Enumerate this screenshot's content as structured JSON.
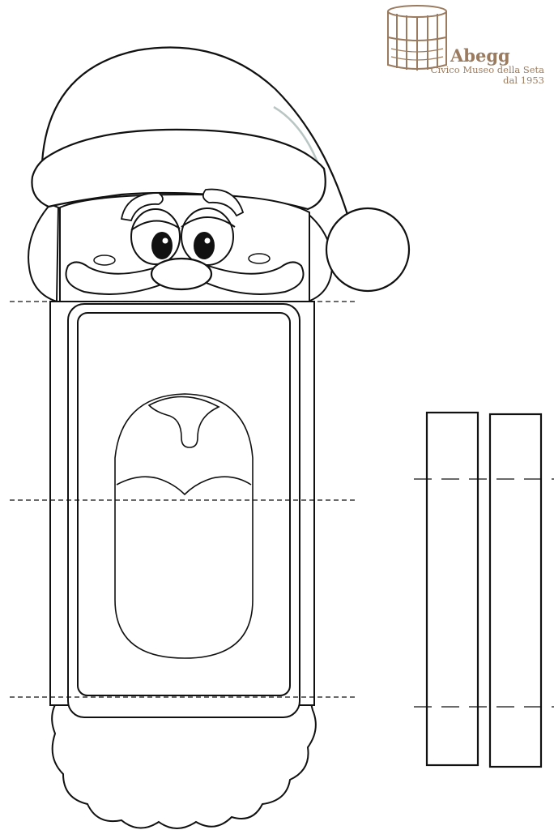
{
  "logo": {
    "title": "Abegg",
    "subtitle": "Civico Museo della Seta",
    "since": "dal 1953",
    "color": "#9a7b5f"
  },
  "colors": {
    "line": "#111111",
    "paper": "#ffffff",
    "hat_highlight": "#b9c6c4"
  }
}
